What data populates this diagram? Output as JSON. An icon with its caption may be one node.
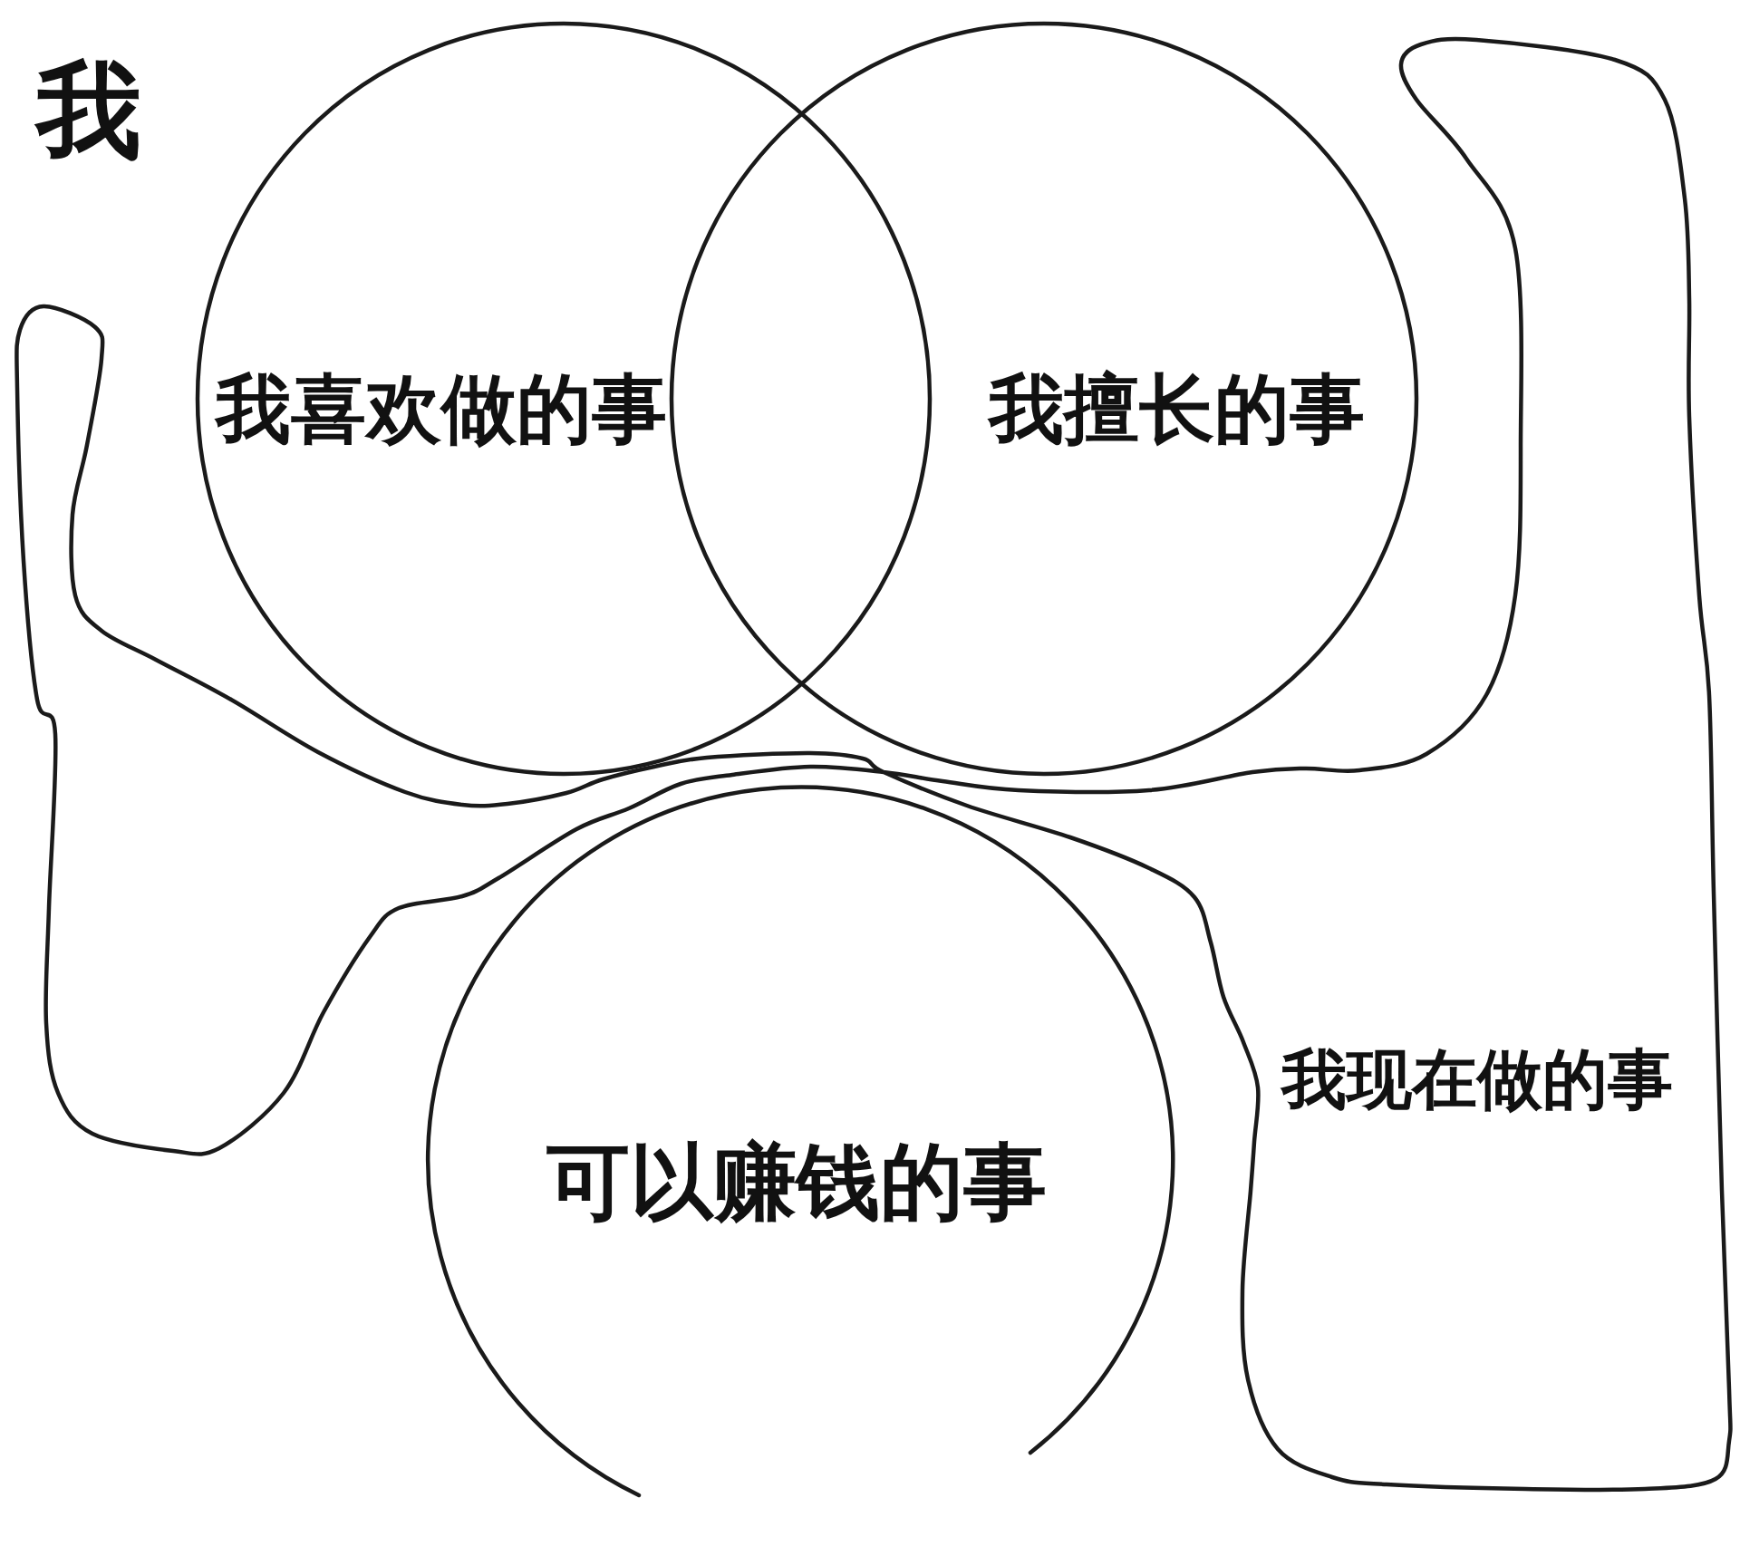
{
  "diagram": {
    "title": "我",
    "nodes": [
      {
        "text": [
          "我喜欢做的事"
        ]
      },
      {
        "text": [
          "我擅长的事"
        ]
      },
      {
        "text": [
          "可以赚钱的事"
        ]
      },
      {
        "text": [
          "我现在做的事"
        ]
      }
    ]
  }
}
